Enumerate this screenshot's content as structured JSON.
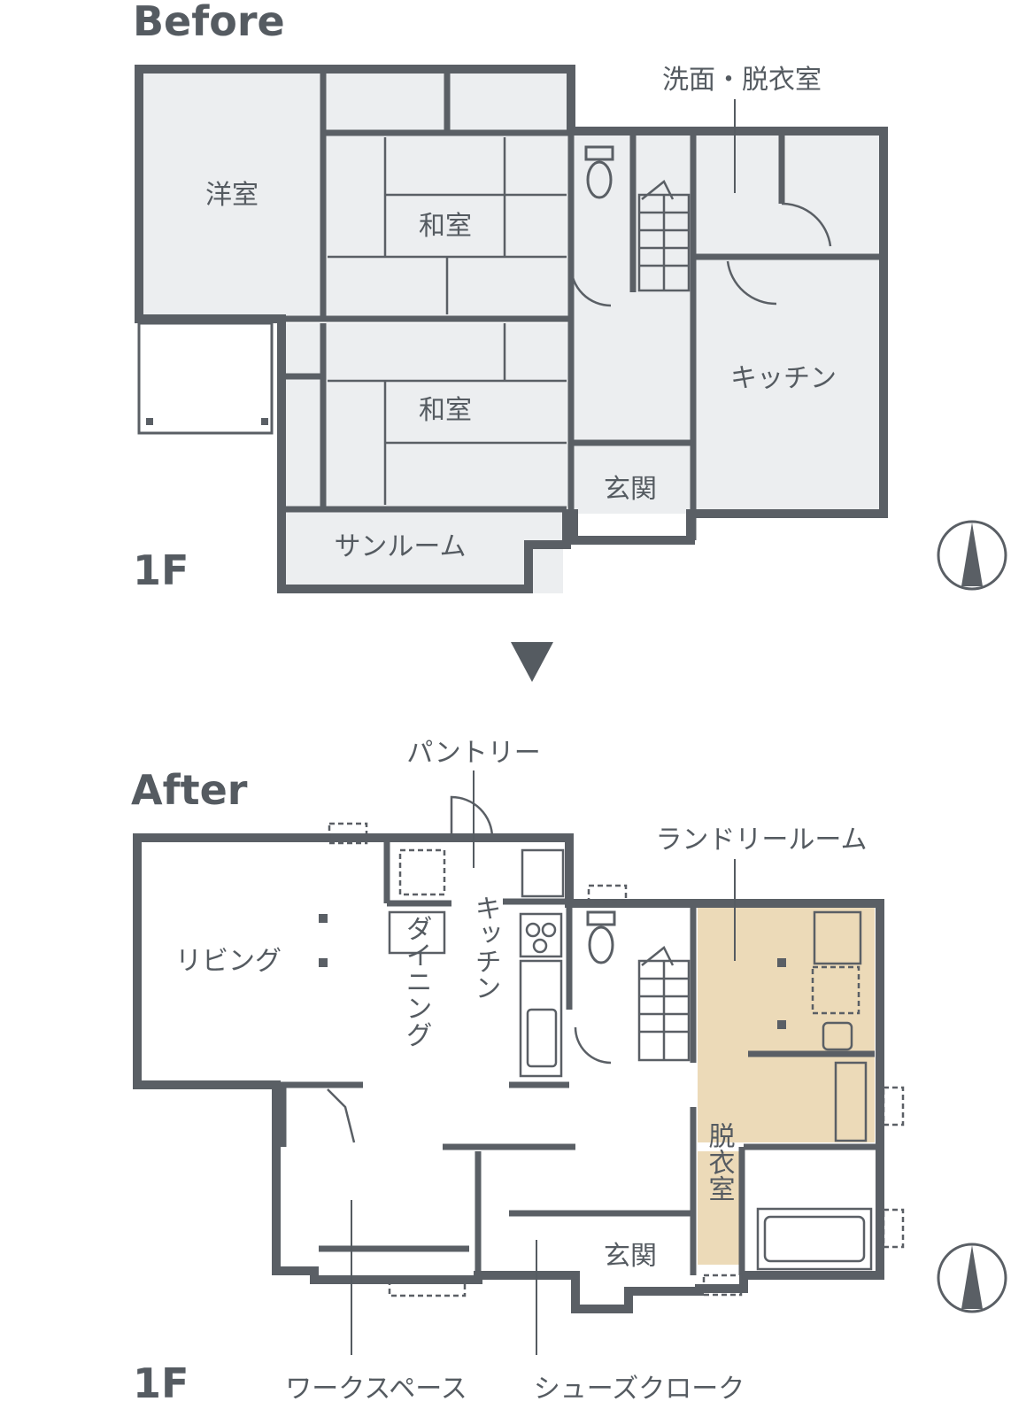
{
  "before": {
    "heading": "Before",
    "floor": "1F",
    "rooms": {
      "western": "洋室",
      "tatami_top": "和室",
      "tatami_bottom": "和室",
      "washroom": "洗面・脱衣室",
      "kitchen": "キッチン",
      "entrance": "玄関",
      "sunroom": "サンルーム"
    }
  },
  "after": {
    "heading": "After",
    "floor": "1F",
    "rooms": {
      "pantry": "パントリー",
      "laundry": "ランドリールーム",
      "living": "リビング",
      "kitchen": "キッチン",
      "dining": "ダイニング",
      "dressing": "脱衣室",
      "entrance": "玄関",
      "workspace": "ワークスペース",
      "shoe_cloak": "シューズクローク"
    }
  },
  "colors": {
    "wall": "#5a5f65",
    "text": "#555b61",
    "before_fill": "#eceef0",
    "laundry_fill": "#ecdab8",
    "background": "#ffffff"
  },
  "icons": [
    "north-arrow-icon",
    "down-triangle-icon",
    "toilet-icon",
    "stairs-icon",
    "stove-icon",
    "sink-icon",
    "bathtub-icon"
  ]
}
